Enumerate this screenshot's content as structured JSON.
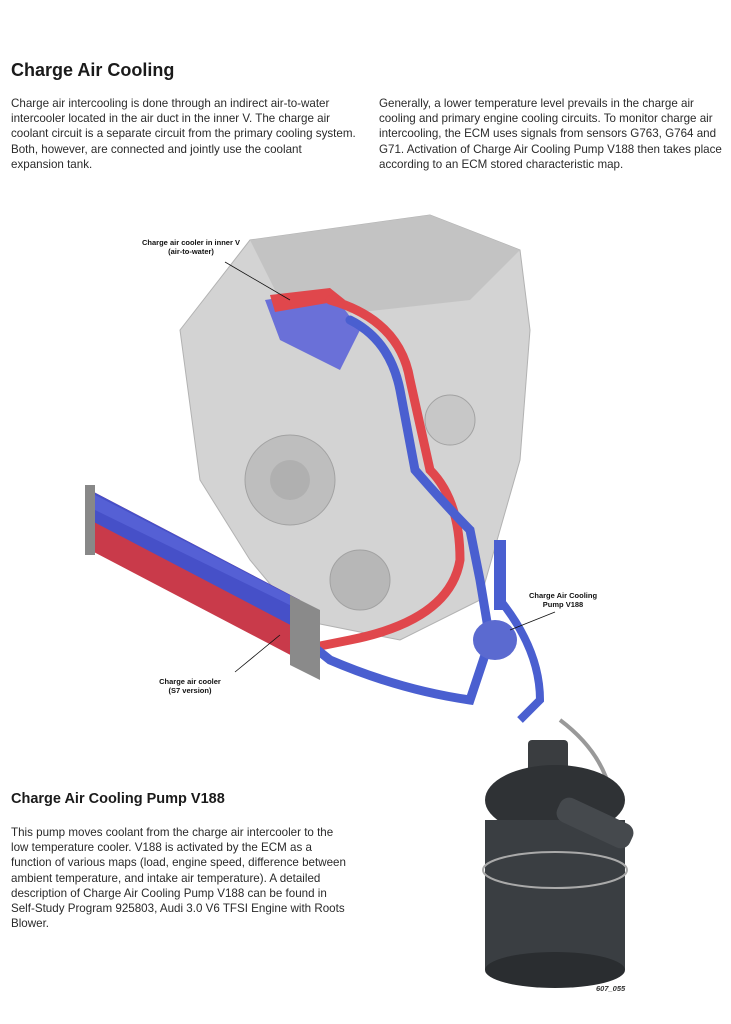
{
  "section1": {
    "title": "Charge Air Cooling",
    "para_left": "Charge air intercooling is done through an indirect air-to-water intercooler located in the air duct in the inner V. The charge air coolant circuit is a separate circuit from the primary cooling system. Both, however, are connected and jointly use the coolant expansion tank.",
    "para_right": "Generally, a lower temperature level prevails in the charge air cooling and primary engine cooling circuits. To monitor charge air intercooling, the ECM uses signals from sensors G763, G764 and G71. Activation of Charge Air Cooling Pump V188 then takes place according to an ECM stored characteristic map."
  },
  "figure": {
    "labels": {
      "inner_v_1": "Charge air cooler in inner V",
      "inner_v_2": "(air-to-water)",
      "pump_1": "Charge Air Cooling",
      "pump_2": "Pump V188",
      "cooler_1": "Charge air cooler",
      "cooler_2": "(S7 version)"
    },
    "figure_id": "607_055"
  },
  "section2": {
    "title": "Charge Air Cooling Pump V188",
    "para": "This pump moves coolant from the charge air intercooler to the low temperature cooler. V188 is activated by the ECM as a function of various maps (load, engine speed, difference between ambient temperature, and intake air temperature). A detailed description of Charge Air Cooling Pump V188 can be found in Self-Study Program 925803, Audi 3.0 V6 TFSI Engine with Roots Blower."
  },
  "colors": {
    "hot": "#e0474c",
    "cold": "#4a5fd0"
  }
}
